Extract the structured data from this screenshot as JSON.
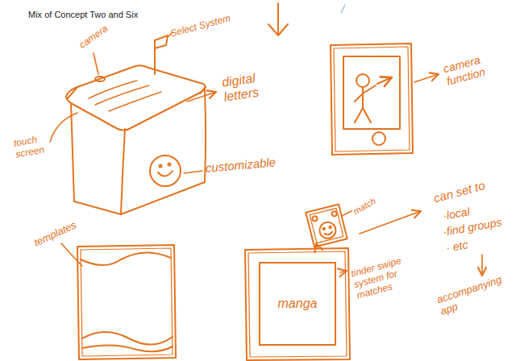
{
  "diagram": {
    "title": "Mix of Concept Two and Six",
    "nodes": [
      {
        "text": [
          "manga"
        ]
      }
    ],
    "labels": [
      "camera",
      "Select System",
      "digital letters",
      "touch screen",
      "customizable",
      "camera function",
      "templates",
      "match",
      "tinder swipe system for matches",
      "can set to",
      "·local",
      "·find groups",
      "· etc",
      "accompanying app"
    ]
  }
}
